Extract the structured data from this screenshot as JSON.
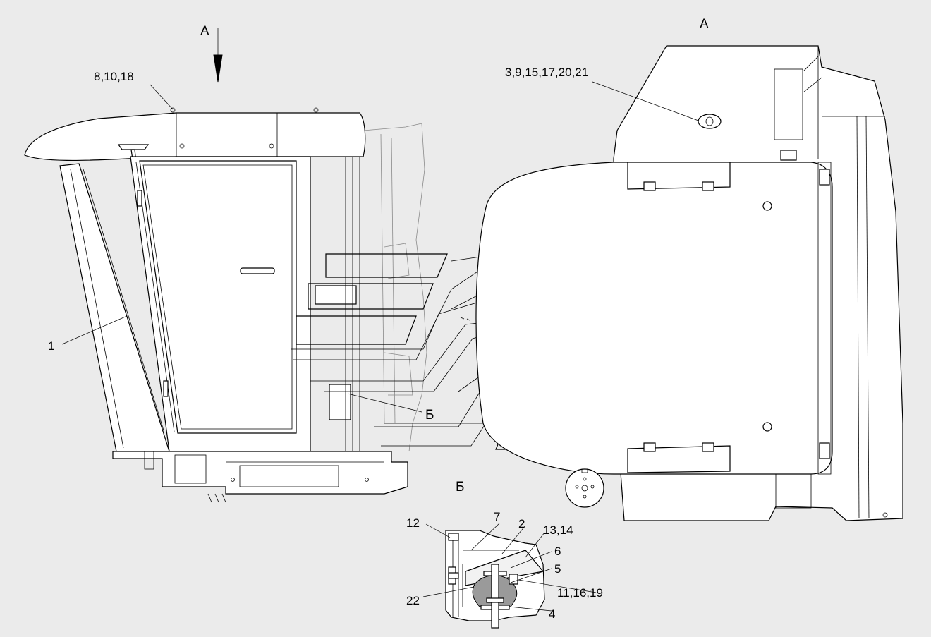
{
  "view_arrow_label": "А",
  "view_title": "А",
  "section_ref_label": "Б",
  "section_title": "Б",
  "callouts": {
    "cab": "1",
    "roof_fasteners": "8,10,18",
    "view_fasteners": "3,9,15,17,20,21",
    "mount_12": "12",
    "mount_7": "7",
    "mount_2": "2",
    "mount_13_14": "13,14",
    "mount_6": "6",
    "mount_5": "5",
    "mount_11_16_19": "11,16,19",
    "mount_22": "22",
    "mount_4": "4"
  },
  "colors": {
    "background": "#ebebeb",
    "line": "#000000",
    "part_fill": "#ffffff",
    "hidden_line": "#8a8a8a",
    "rubber": "#9a9a9a"
  }
}
